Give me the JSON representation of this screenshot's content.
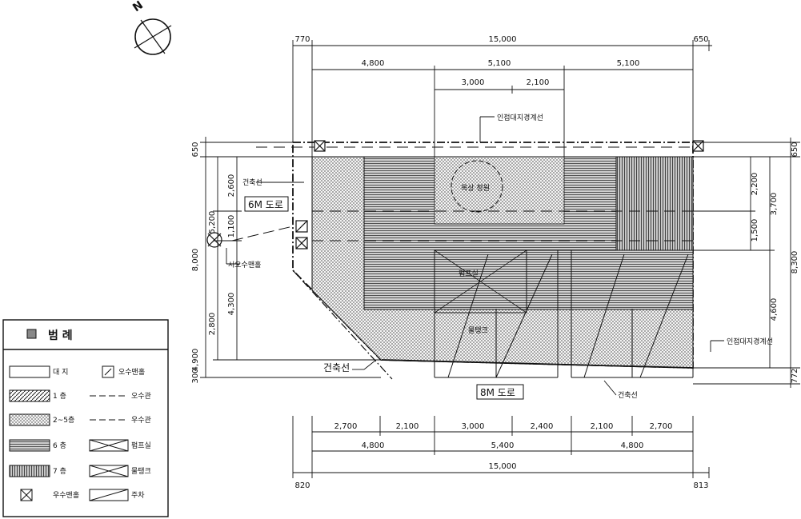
{
  "dimensions": {
    "top_total": "15,000",
    "top_left_margin": "770",
    "top_right_margin": "650",
    "top_row2": [
      "4,800",
      "5,100",
      "5,100"
    ],
    "top_row3": [
      "3,000",
      "2,100"
    ],
    "bottom_row1": [
      "2,700",
      "2,100",
      "3,000",
      "2,400",
      "2,100",
      "2,700"
    ],
    "bottom_row2": [
      "4,800",
      "5,400",
      "4,800"
    ],
    "bottom_total": "15,000",
    "bottom_left_margin": "820",
    "bottom_right_margin": "813",
    "left_outer_top": "650",
    "left_outer_total": "8,000",
    "left_outer_bottom": "4,900",
    "left_outer_bottom2": "300",
    "left_inner": [
      "2,600",
      "1,100",
      "2,800"
    ],
    "left_mid": [
      "5,200",
      "4,300"
    ],
    "right_outer_top": "650",
    "right_outer_total": "8,300",
    "right_outer_bottom": "772",
    "right_inner": [
      "2,200",
      "1,500"
    ],
    "right_mid": [
      "3,700",
      "4,600"
    ]
  },
  "labels": {
    "neighbor_boundary_top": "인접대지경계선",
    "neighbor_boundary_right": "인접대지경계선",
    "building_line_left": "건축선",
    "building_line_bottom_left": "건축선",
    "building_line_bottom_right": "건축선",
    "road_left": "6M 도로",
    "road_bottom": "8M 도로",
    "city_manhole": "시오수맨홀",
    "roof_garden": "옥상 정원",
    "pump_room": "펌프실",
    "water_tank": "물탱크"
  },
  "legend": {
    "title": "범  례",
    "items": [
      {
        "label": "대  지"
      },
      {
        "label": "오수맨홀"
      },
      {
        "label": "1  층"
      },
      {
        "label": "오수관"
      },
      {
        "label": "2~5층"
      },
      {
        "label": "우수관"
      },
      {
        "label": "6  층"
      },
      {
        "label": "펌프실"
      },
      {
        "label": "7  층"
      },
      {
        "label": "물탱크"
      },
      {
        "label": "우수맨홀"
      },
      {
        "label": "주차"
      }
    ]
  },
  "north_label": "N"
}
